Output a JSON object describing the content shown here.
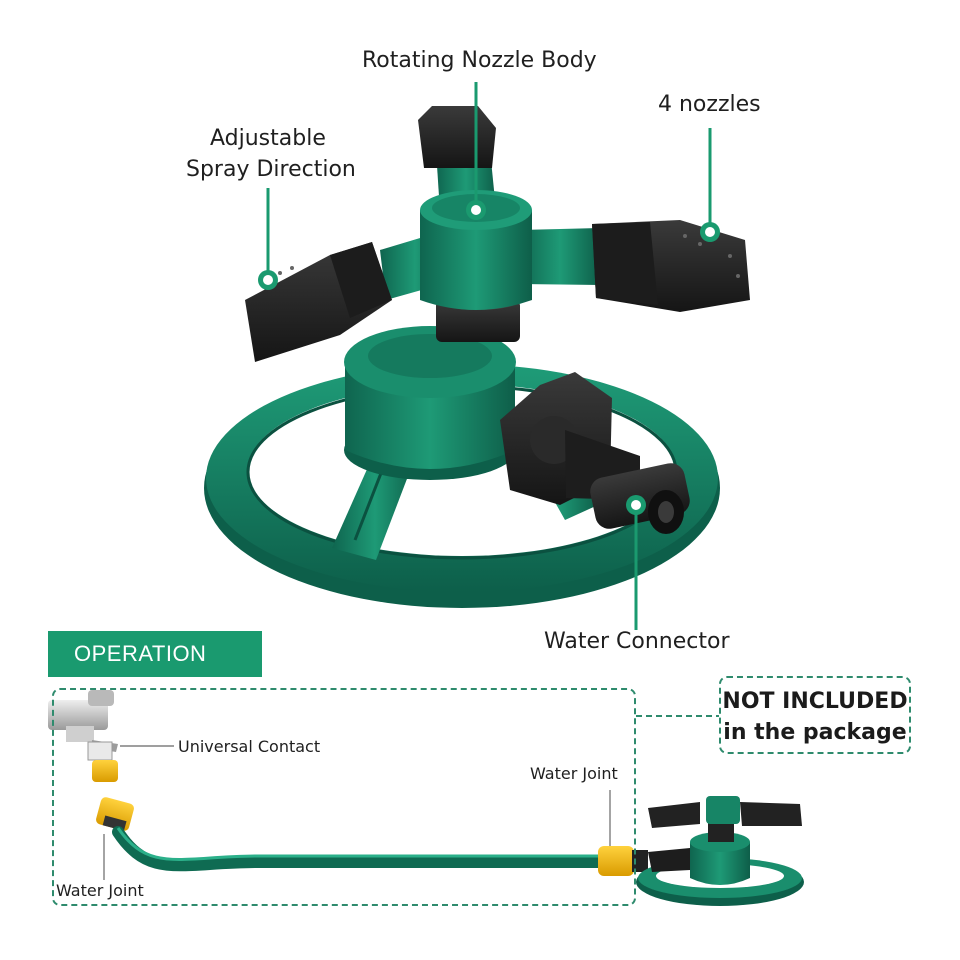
{
  "callouts": {
    "rotating_nozzle_body": "Rotating Nozzle Body",
    "four_nozzles": "4 nozzles",
    "adjustable_line1": "Adjustable",
    "adjustable_line2": "Spray Direction",
    "water_connector": "Water Connector"
  },
  "operation": {
    "banner": "OPERATION",
    "universal_contact": "Universal Contact",
    "water_joint_right": "Water Joint",
    "water_joint_left": "Water Joint"
  },
  "not_included": {
    "line1": "NOT INCLUDED",
    "line2": "in the package"
  },
  "colors": {
    "accent_green": "#1a9a6f",
    "product_green": "#14795f",
    "nozzle_black": "#2b2b2b",
    "connector_yellow": "#f2b600"
  }
}
